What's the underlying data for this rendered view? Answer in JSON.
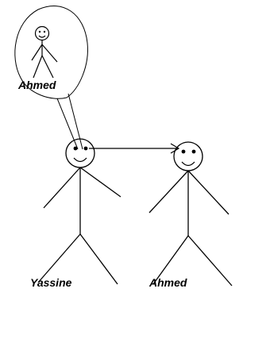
{
  "diagram": {
    "thought_figure_label": "Ahmed",
    "left_figure_label": "Yassine",
    "right_figure_label": "Ahmed"
  }
}
